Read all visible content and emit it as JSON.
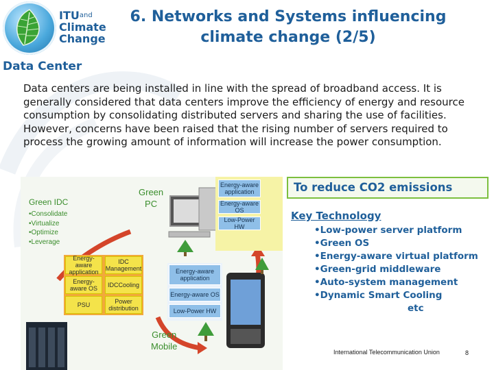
{
  "logo": {
    "line1": "ITU",
    "line1_suffix": "and",
    "line2": "Climate",
    "line3": "Change"
  },
  "slide": {
    "title": "6. Networks and Systems influencing climate change (2/5)",
    "section_heading": "Data Center",
    "body": "Data centers are being installed in line with the spread of broadband access. It is generally considered that data centers improve the efficiency of energy and resource consumption by consolidating distributed servers and sharing the use of facilities. However, concerns have been raised that the rising number of servers required to process the growing amount of information will increase the power consumption."
  },
  "figure": {
    "green_idc_label": "Green IDC",
    "idc_bullets": [
      "•Consolidate",
      "•Virtualize",
      "•Optimize",
      "•Leverage"
    ],
    "green_pc_label": [
      "Green",
      "PC"
    ],
    "green_mobile_label": [
      "Green",
      "Mobile"
    ],
    "idc_boxes": [
      "Energy-aware application",
      "IDC Management",
      "Energy-aware OS",
      "IDCCooling",
      "PSU",
      "Power distribution"
    ],
    "pc_boxes": [
      "Energy-aware application",
      "Energy-aware OS",
      "Low-Power HW"
    ],
    "mobile_boxes": [
      "Energy-aware application",
      "Energy-aware OS",
      "Low-Power HW"
    ]
  },
  "sidebar": {
    "co2_heading": "To reduce CO2 emissions",
    "key_title": "Key Technology",
    "items": [
      "•Low-power server platform",
      "•Green OS",
      "•Energy-aware virtual platform",
      "•Green-grid middleware",
      "•Auto-system management",
      "•Dynamic Smart Cooling"
    ],
    "etc": "etc"
  },
  "footer": {
    "org": "International Telecommunication Union",
    "page": "8"
  },
  "colors": {
    "title_blue": "#1f5f9a",
    "figure_green": "#3a8d2c",
    "box_yellow": "#f4e34a",
    "box_orange": "#f2a93b",
    "box_blue": "#8fbfe8",
    "arrow_red": "#d4452a"
  }
}
